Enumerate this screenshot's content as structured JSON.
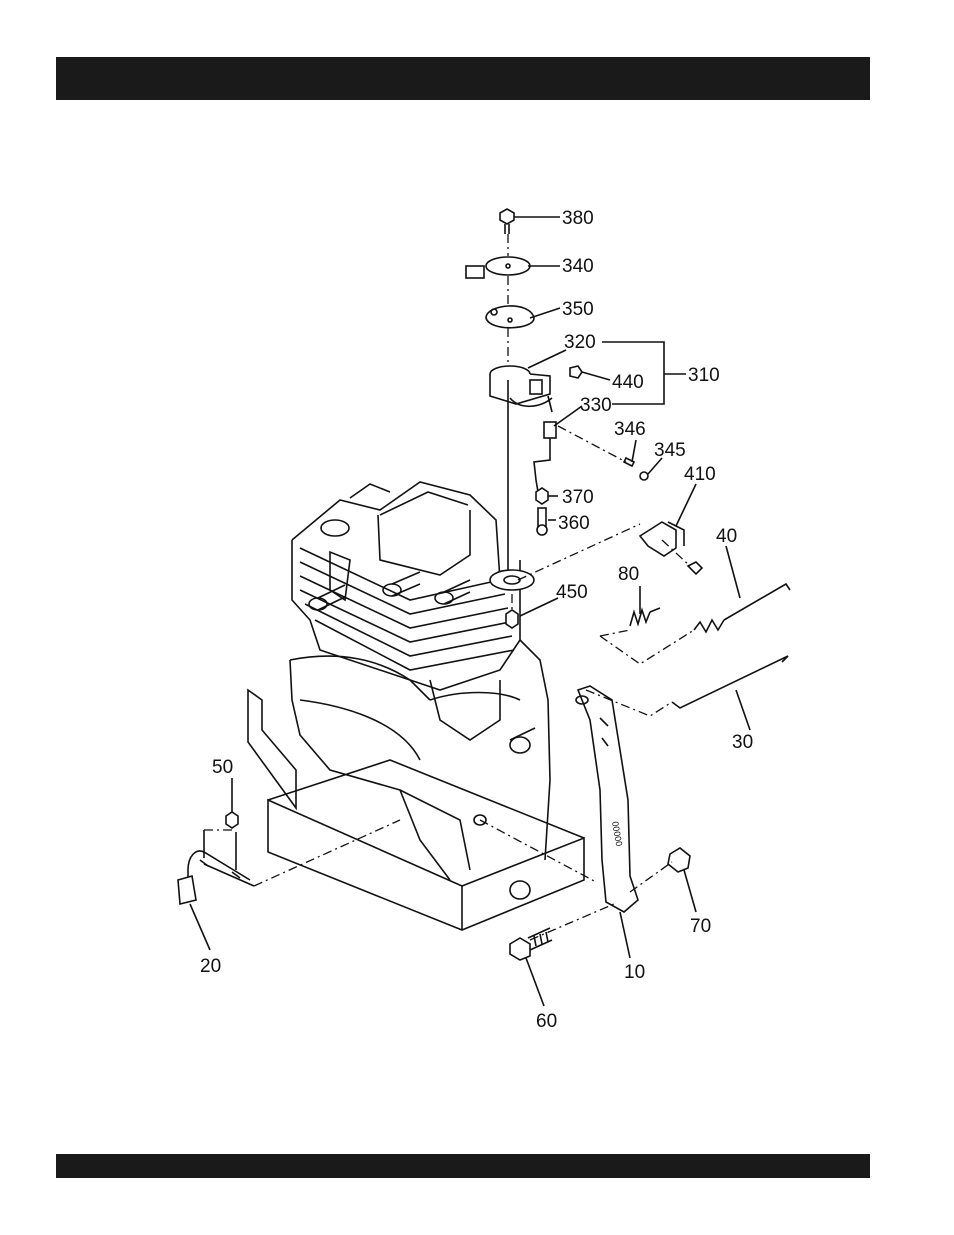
{
  "header_bar": {
    "color": "#1a1a1a"
  },
  "footer_bar": {
    "color": "#1a1a1a"
  },
  "callouts": {
    "c380": "380",
    "c340": "340",
    "c350": "350",
    "c320": "320",
    "c440": "440",
    "c310": "310",
    "c330": "330",
    "c346": "346",
    "c345": "345",
    "c410": "410",
    "c370": "370",
    "c360": "360",
    "c40": "40",
    "c80": "80",
    "c450": "450",
    "c30": "30",
    "c50": "50",
    "c70": "70",
    "c20": "20",
    "c10": "10",
    "c60": "60"
  }
}
